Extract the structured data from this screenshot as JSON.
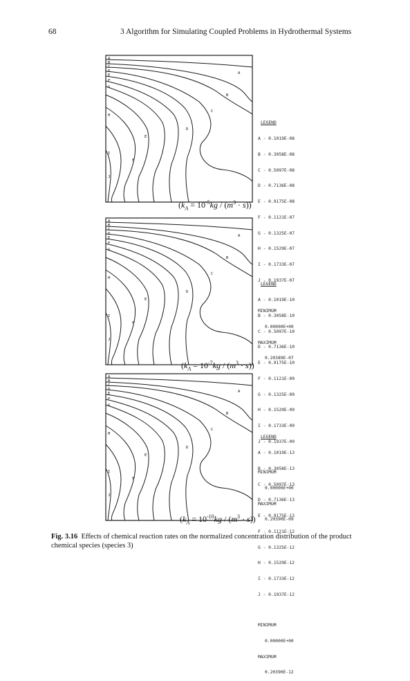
{
  "header": {
    "page_number": "68",
    "running_title": "3   Algorithm for Simulating Coupled Problems in Hydrothermal Systems"
  },
  "figures": [
    {
      "legend_title": "LEGEND",
      "entries": [
        "A - 0.1019E-08",
        "B - 0.3058E-08",
        "C - 0.5097E-08",
        "D - 0.7136E-08",
        "E - 0.9175E-08",
        "F - 0.1121E-07",
        "G - 0.1325E-07",
        "H - 0.1529E-07",
        "I - 0.1733E-07",
        "J - 0.1937E-07"
      ],
      "min_label": "MINIMUM",
      "min_value": "0.00000E+00",
      "max_label": "MAXIMUM",
      "max_value": "0.20389E-07",
      "caption_formula": "(k_A = 10^-5 kg/(m^3·s))",
      "exponent": "-5"
    },
    {
      "legend_title": "LEGEND",
      "entries": [
        "A - 0.1019E-10",
        "B - 0.3058E-10",
        "C - 0.5097E-10",
        "D - 0.7136E-10",
        "E - 0.9175E-10",
        "F - 0.1121E-09",
        "G - 0.1325E-09",
        "H - 0.1529E-09",
        "I - 0.1733E-09",
        "J - 0.1937E-09"
      ],
      "min_label": "MINIMUM",
      "min_value": "0.00000E+00",
      "max_label": "MAXIMUM",
      "max_value": "0.20390E-09",
      "caption_formula": "(k_A = 10^-7 kg/(m^3·s))",
      "exponent": "-7"
    },
    {
      "legend_title": "LEGEND",
      "entries": [
        "A - 0.1019E-13",
        "B - 0.3058E-13",
        "C - 0.5097E-13",
        "D - 0.7136E-13",
        "E - 0.9175E-13",
        "F - 0.1121E-12",
        "G - 0.1325E-12",
        "H - 0.1529E-12",
        "I - 0.1733E-12",
        "J - 0.1937E-12"
      ],
      "min_label": "MINIMUM",
      "min_value": "0.00000E+00",
      "max_label": "MAXIMUM",
      "max_value": "0.20390E-12",
      "caption_formula": "(k_A = 10^-10 kg/(m^3·s))",
      "exponent": "-10"
    }
  ],
  "contour_labels": [
    "A",
    "B",
    "C",
    "D",
    "E",
    "F",
    "G",
    "H",
    "I",
    "J"
  ],
  "caption": {
    "label": "Fig. 3.16",
    "text": "Effects of chemical reaction rates on the normalized concentration distribution of the product chemical species (species 3)"
  }
}
